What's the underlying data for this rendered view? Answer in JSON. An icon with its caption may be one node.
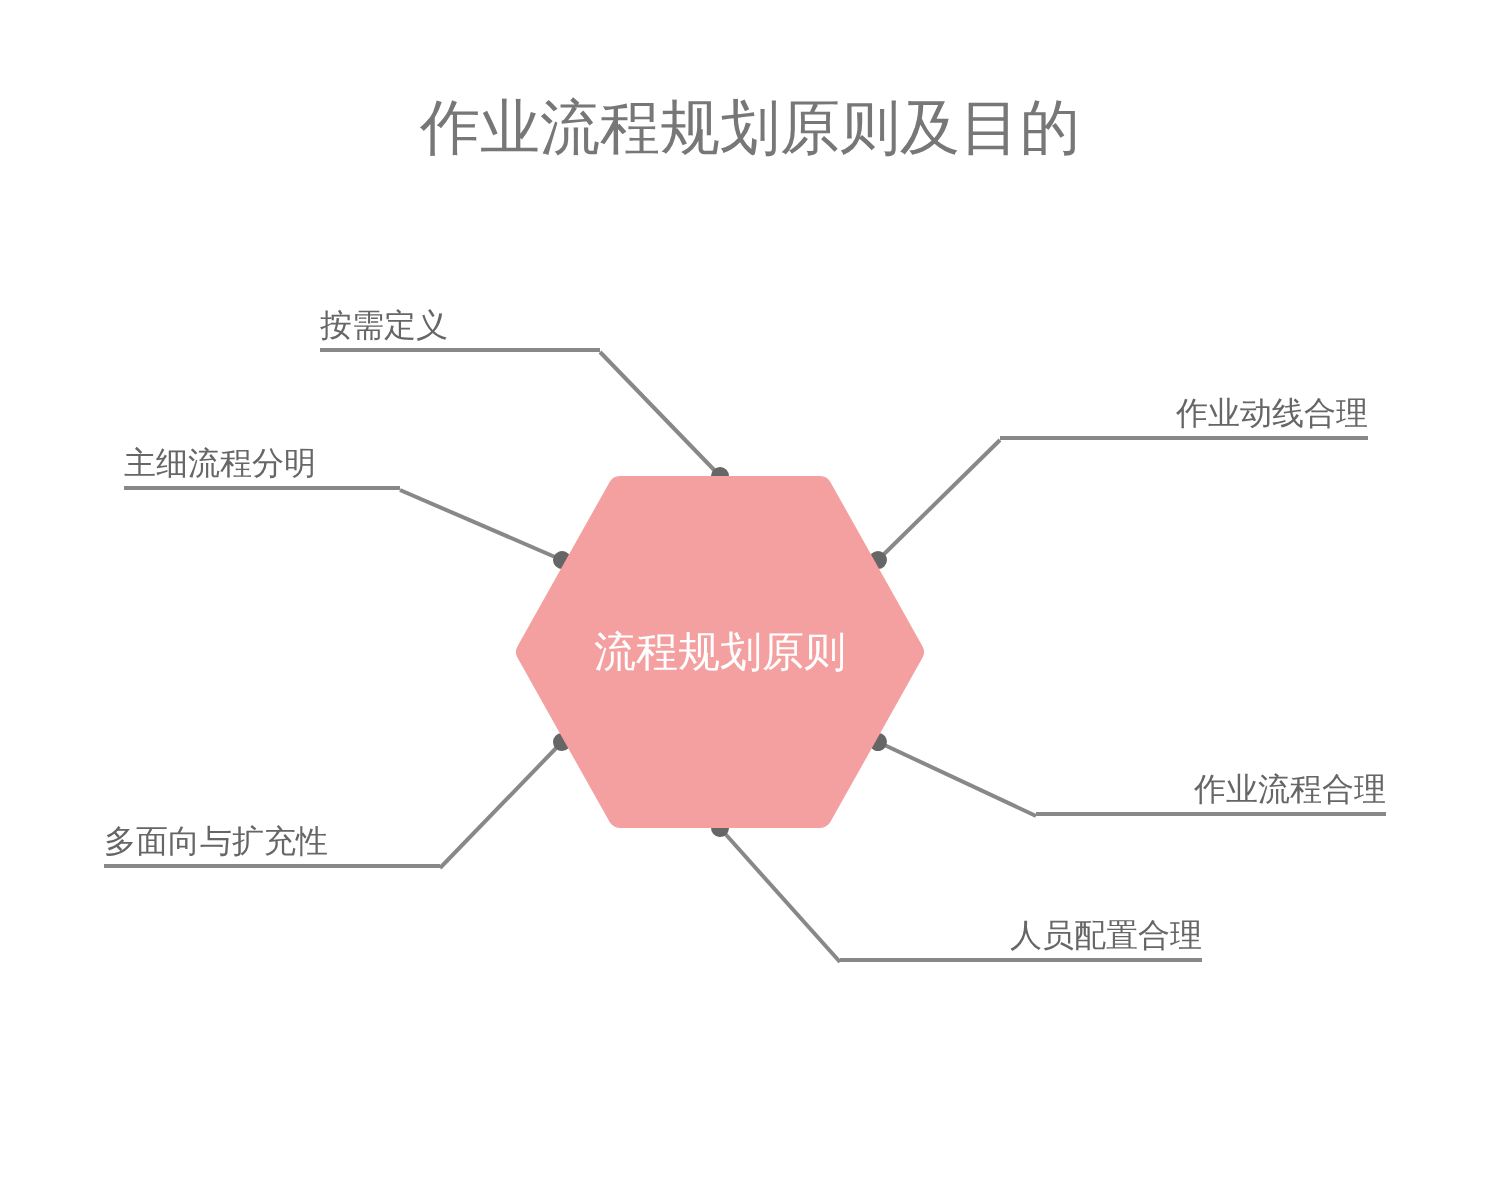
{
  "diagram": {
    "title": "作业流程规划原则及目的",
    "nodes": [
      {
        "text": [
          "按需定义"
        ]
      },
      {
        "text": [
          "作业动线合理"
        ]
      },
      {
        "text": [
          "主细流程分明"
        ]
      },
      {
        "text": [
          "流程规划原则"
        ]
      },
      {
        "text": [
          "作业流程合理"
        ]
      },
      {
        "text": [
          "多面向与扩充性"
        ]
      },
      {
        "text": [
          "人员配置合理"
        ]
      }
    ],
    "edges": [
      {
        "from": 0,
        "to": 3,
        "arrow": "other"
      },
      {
        "from": 1,
        "to": 3,
        "arrow": "other"
      },
      {
        "from": 2,
        "to": 3,
        "arrow": "other"
      },
      {
        "from": 4,
        "to": 3,
        "arrow": "other"
      },
      {
        "from": 5,
        "to": 3,
        "arrow": "other"
      },
      {
        "from": 6,
        "to": 3,
        "arrow": "other"
      }
    ]
  }
}
